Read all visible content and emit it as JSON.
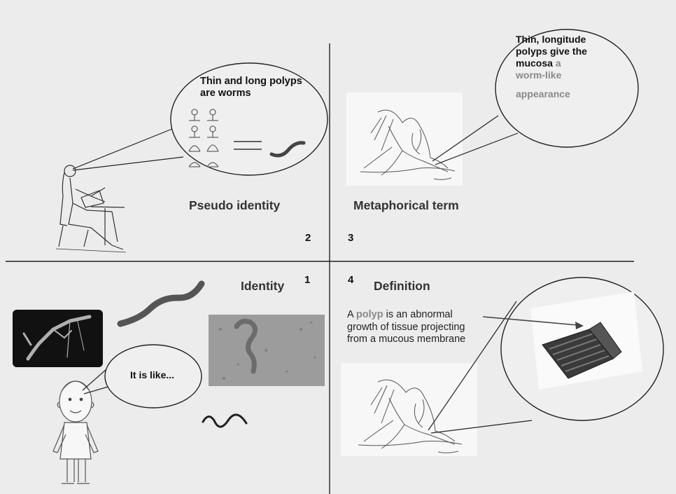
{
  "quadrants": {
    "q1": {
      "number": "1",
      "title": "Identity",
      "speech": "It is like..."
    },
    "q2": {
      "number": "2",
      "title": "Pseudo identity",
      "speech": "Thin and long polyps are worms"
    },
    "q3": {
      "number": "3",
      "title": "Metaphorical term",
      "speech_lines": [
        "Thin, longitude",
        "polyps give the",
        "mucosa"
      ],
      "speech_highlight_a": "a",
      "speech_highlight_lines": [
        "worm-like",
        "appearance"
      ]
    },
    "q4": {
      "number": "4",
      "title": "Definition",
      "definition_prefix": "A",
      "definition_term": "polyp",
      "definition_line1_rest": "is an abnormal",
      "definition_line2": "growth of tissue projecting",
      "definition_line3": "from a mucous membrane"
    }
  },
  "colors": {
    "background": "#ececec",
    "highlight": "#8a8a8a",
    "line": "#222222"
  }
}
